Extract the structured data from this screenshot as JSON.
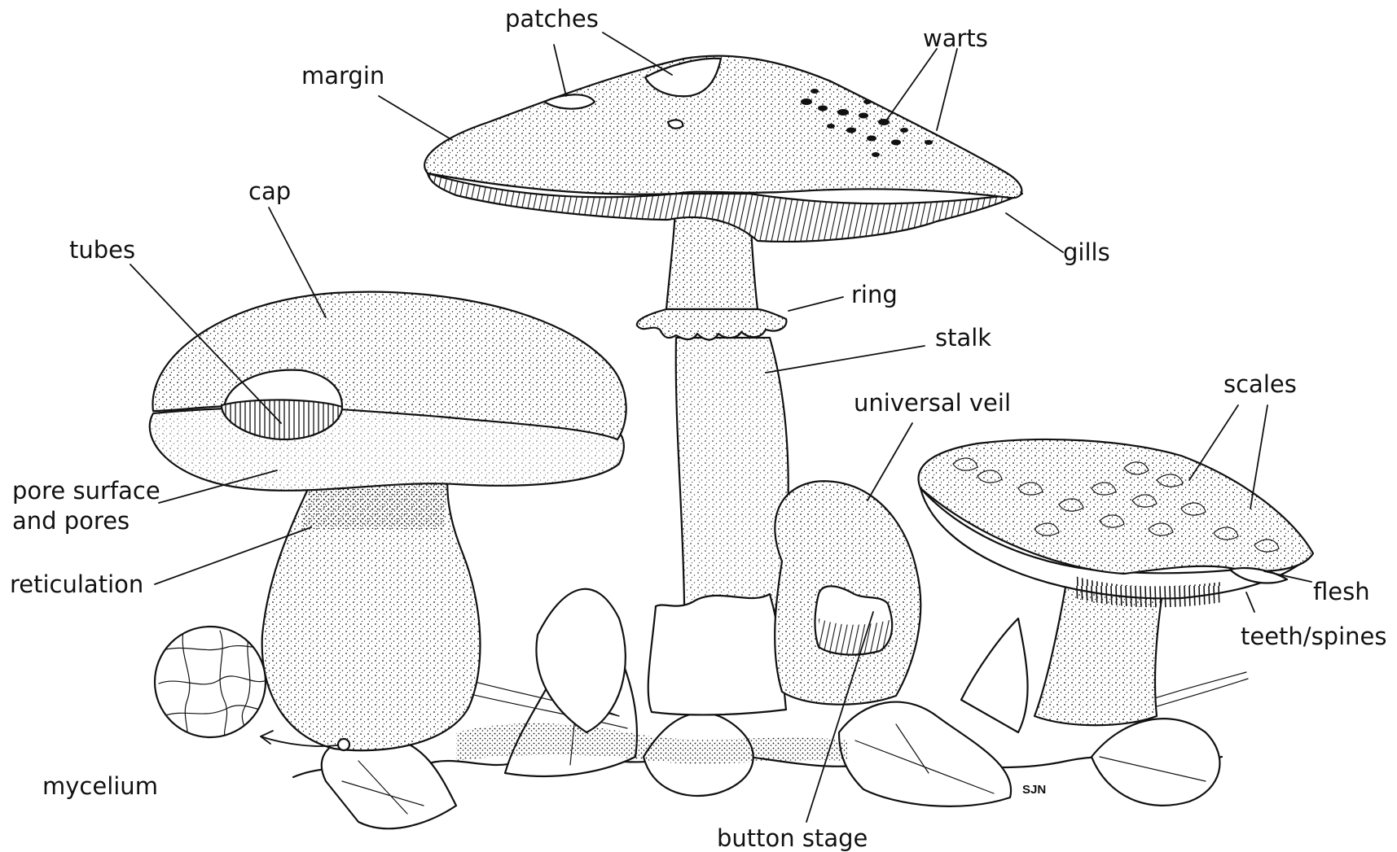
{
  "labels": {
    "patches": "patches",
    "warts": "warts",
    "margin": "margin",
    "cap": "cap",
    "tubes": "tubes",
    "gills": "gills",
    "ring": "ring",
    "stalk": "stalk",
    "universal_veil": "universal veil",
    "scales": "scales",
    "pore_surface_line1": "pore surface",
    "pore_surface_line2": "and pores",
    "reticulation": "reticulation",
    "flesh": "flesh",
    "teeth_spines": "teeth/spines",
    "mycelium": "mycelium",
    "button_stage": "button stage"
  },
  "signature": "SJN",
  "colors": {
    "ink": "#111111",
    "paper": "#ffffff"
  }
}
